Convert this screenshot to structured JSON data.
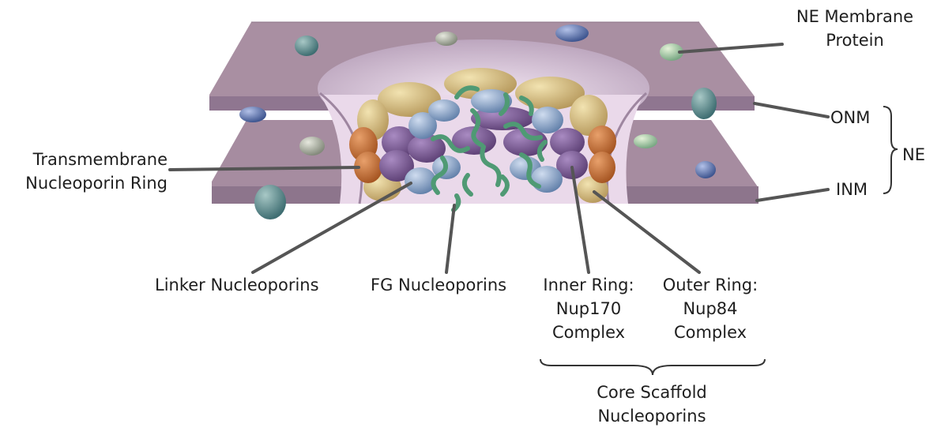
{
  "labels": {
    "ne_membrane_protein": [
      "NE Membrane",
      "Protein"
    ],
    "onm": "ONM",
    "ne": "NE",
    "inm": "INM",
    "transmembrane": [
      "Transmembrane",
      "Nucleoporin Ring"
    ],
    "linker": "Linker Nucleoporins",
    "fg": "FG Nucleoporins",
    "inner_ring": [
      "Inner Ring:",
      "Nup170",
      "Complex"
    ],
    "outer_ring": [
      "Outer Ring:",
      "Nup84",
      "Complex"
    ],
    "core_scaffold": [
      "Core Scaffold",
      "Nucleoporins"
    ]
  },
  "colors": {
    "membrane_top": "#a88fa0",
    "membrane_edge": "#8c7389",
    "membrane_shadow": "#7d6679",
    "pore_inner": "#e8d8ea",
    "yellow_nup": "#d8c183",
    "orange_nup": "#c66c33",
    "purple_nup": "#7b5a94",
    "blue_nup": "#8fa9cc",
    "fg_green": "#4d9470",
    "leader_line": "#555555"
  }
}
